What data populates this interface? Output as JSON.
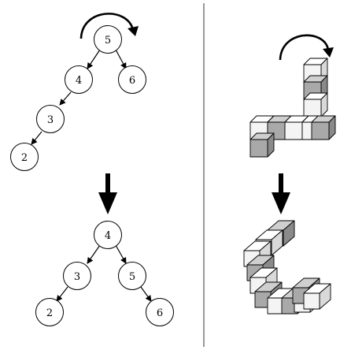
{
  "left_panel": {
    "before_tree": {
      "root": "5",
      "left": "4",
      "right": "6",
      "left_left": "3",
      "left_left_left": "2"
    },
    "after_tree": {
      "root": "4",
      "left": "3",
      "right": "5",
      "left_left": "2",
      "right_right": "6"
    }
  },
  "colors": {
    "line": "#000000",
    "cube_white_top": "#ffffff",
    "cube_white_front": "#f4f4f4",
    "cube_white_side": "#d9d9d9",
    "cube_gray_top": "#cfcfcf",
    "cube_gray_front": "#a9a9a9",
    "cube_gray_side": "#8a8a8a",
    "divider": "#333333"
  }
}
